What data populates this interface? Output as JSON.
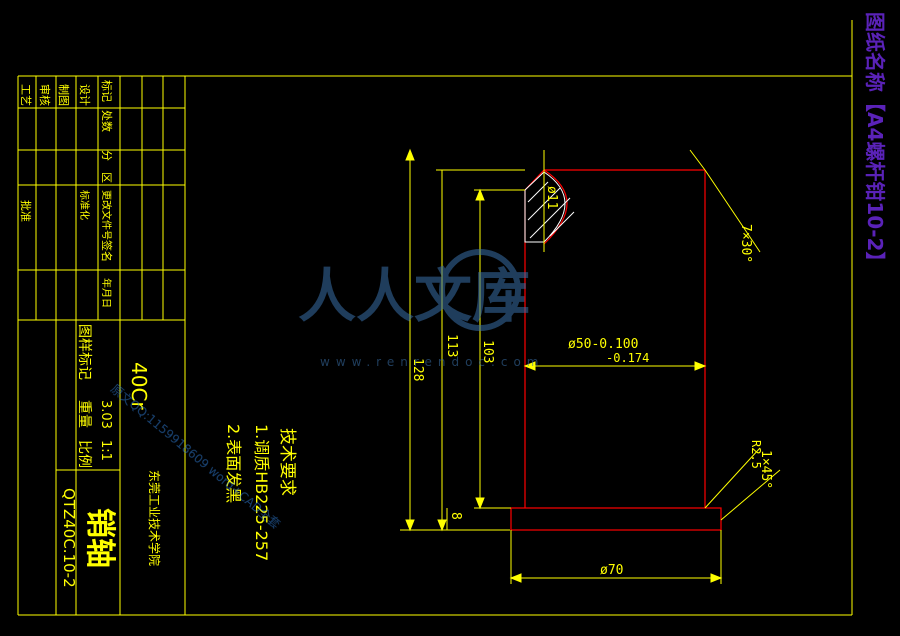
{
  "sidebar_title": "图纸名称【A4螺杆钳10-2】",
  "material": "40Cr",
  "part_name": "销轴",
  "drawing_no": "QTZ40C.10-2",
  "tech_req": {
    "heading": "技术要求",
    "item1": "1.调质HB225-257",
    "item2": "2.表面发黑"
  },
  "title_block": {
    "label_biaoji": "标记",
    "label_chuhu": "处数",
    "label_fenqu": "分",
    "label_gaiwenjian": "区",
    "label_gengai": "更改文件号",
    "label_qianming": "签名",
    "label_riqi": "年月日",
    "label_sheji": "设计",
    "label_biaozhunhua": "标准化",
    "label_zhitu": "制图",
    "label_shenhe": "审核",
    "label_gongyi": "工艺",
    "label_pizhun": "批准",
    "label_jieduan": "图样标记",
    "label_zhongliang": "重量",
    "label_bili": "比例",
    "bili_val": "1:1",
    "weight_val": "3.03",
    "school": "东莞工业技术学院"
  },
  "watermark": {
    "logo": "人人文库",
    "url": "www.renrendoc.com",
    "contact": "原文QQ:1159918609 word+CAD全套"
  },
  "dims": {
    "d11": "ø11",
    "chamfer_top": "7×30°",
    "dia_body": "ø50-0.100",
    "dia_tol": "-0.174",
    "h113": "113",
    "h103": "103",
    "h128": "128",
    "r": "R2.5",
    "chamfer_bot": "1×45°",
    "h8": "8",
    "d70": "ø70"
  },
  "colors": {
    "frame": "#ffff00",
    "part": "#ff0000",
    "dim": "#ffff00",
    "sidebar": "#5a22b8",
    "watermark": "#3a6fa8"
  }
}
